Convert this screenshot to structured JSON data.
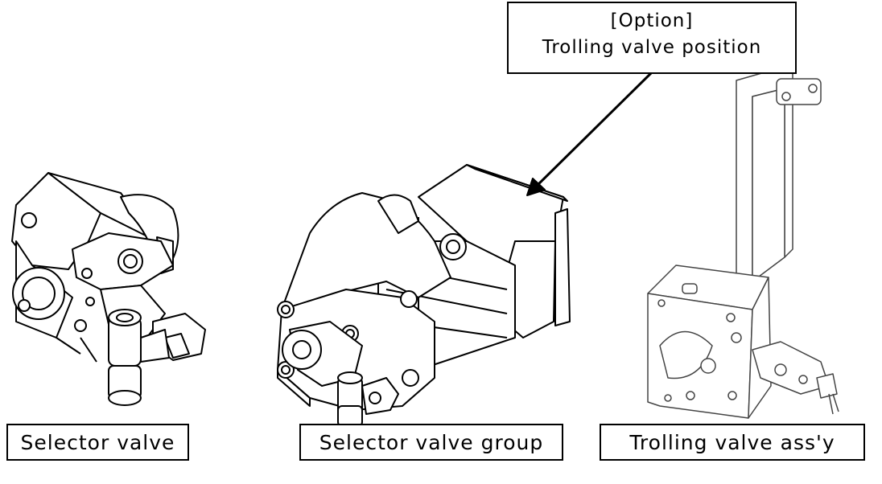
{
  "callout": {
    "line1": "[Option]",
    "line2": "Trolling valve position"
  },
  "labels": {
    "selector_valve": "Selector valve",
    "selector_valve_group": "Selector valve group",
    "trolling_valve_assy": "Trolling valve ass'y"
  }
}
